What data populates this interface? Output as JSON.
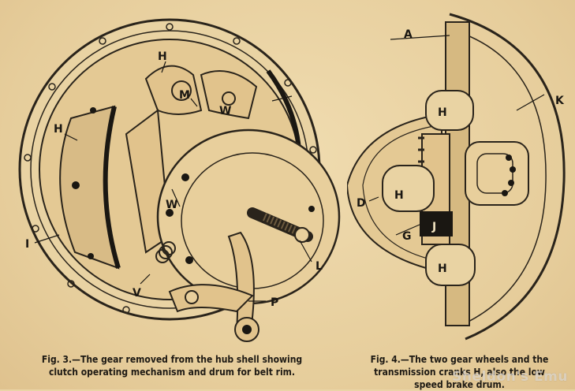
{
  "figure3": {
    "labels": {
      "H_top": "H",
      "H_left": "H",
      "M": "M",
      "W_upper": "W",
      "W_lower": "W",
      "I": "I",
      "V": "V",
      "L": "L",
      "P": "P"
    },
    "caption": [
      "Fig. 3.—The gear removed from the hub shell showing",
      "clutch operating mechanism and drum for belt rim."
    ]
  },
  "figure4": {
    "labels": {
      "A": "A",
      "K": "K",
      "H_upper": "H",
      "H_middle": "H",
      "H_lower": "H",
      "D": "D",
      "G": "G",
      "J": "J"
    },
    "caption": [
      "Fig. 4.—The two gear wheels and the",
      "transmission cranks H, also the low",
      "speed brake drum."
    ]
  },
  "watermark": "Sheldon's Emu",
  "colors": {
    "paper": "#ead4a6",
    "ink": "#1e1a14"
  }
}
